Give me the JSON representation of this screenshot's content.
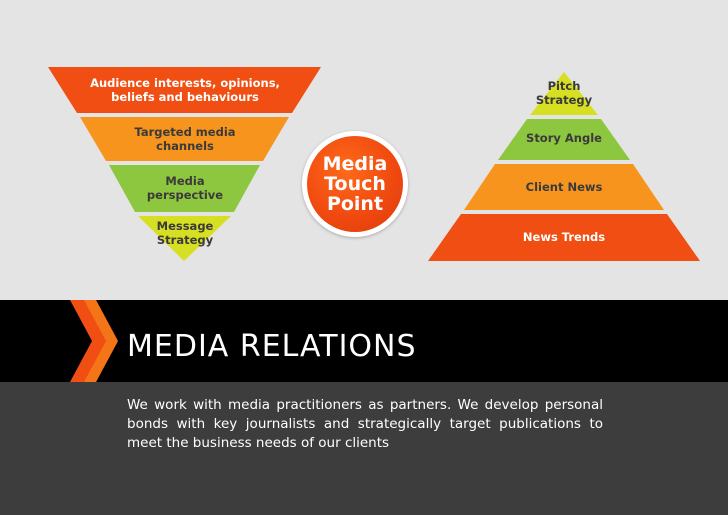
{
  "colors": {
    "orange_dark": "#f04e12",
    "orange": "#f7941d",
    "green": "#8dc63f",
    "yellow_green": "#d7df23",
    "background": "#e4e4e4",
    "black": "#000000",
    "dark_gray": "#3d3d3d",
    "white": "#ffffff"
  },
  "funnel": {
    "levels": [
      {
        "line1": "Audience interests, opinions,",
        "line2": "beliefs and behaviours"
      },
      {
        "line1": "Targeted media",
        "line2": "channels"
      },
      {
        "line1": "Media",
        "line2": "perspective"
      },
      {
        "line1": "Message",
        "line2": "Strategy"
      }
    ]
  },
  "badge": {
    "line1": "Media",
    "line2": "Touch",
    "line3": "Point"
  },
  "pyramid": {
    "levels": [
      {
        "line1": "Pitch",
        "line2": "Strategy"
      },
      {
        "line1": "Story Angle"
      },
      {
        "line1": "Client News"
      },
      {
        "line1": "News Trends"
      }
    ]
  },
  "section": {
    "title": "MEDIA RELATIONS",
    "body": "We work with media practitioners as partners. We develop personal bonds with key journalists and strategically target publications to meet the business needs of our clients"
  },
  "icons": {
    "chevron": "chevron-right-icon"
  }
}
